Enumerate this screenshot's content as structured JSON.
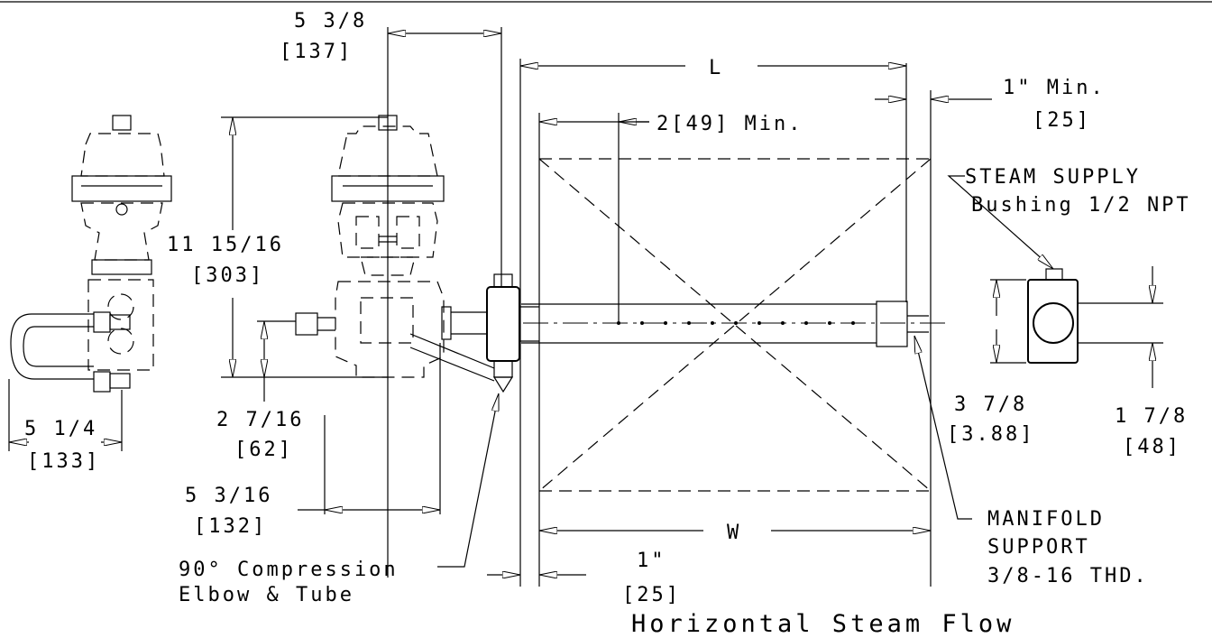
{
  "labels": {
    "dim_5_3_8": "5 3/8",
    "dim_137": "[137]",
    "dim_L": "L",
    "dim_1_min": "1\" Min.",
    "dim_25_top": "[25]",
    "dim_2_49_min": "2[49] Min.",
    "steam_supply": "STEAM SUPPLY",
    "bushing": "Bushing 1/2 NPT",
    "dim_11_15_16": "11 15/16",
    "dim_303": "[303]",
    "dim_2_7_16": "2 7/16",
    "dim_62": "[62]",
    "dim_5_1_4": "5 1/4",
    "dim_133": "[133]",
    "dim_5_3_16": "5 3/16",
    "dim_132": "[132]",
    "compression_1": "90° Compression",
    "compression_2": "Elbow & Tube",
    "dim_1_inch": "1\"",
    "dim_25_bottom": "[25]",
    "dim_W": "W",
    "dim_3_7_8": "3 7/8",
    "dim_3_88": "[3.88]",
    "dim_1_7_8": "1 7/8",
    "dim_48": "[48]",
    "manifold_1": "MANIFOLD",
    "manifold_2": "SUPPORT",
    "manifold_3": "3/8-16 THD.",
    "title": "Horizontal Steam Flow"
  }
}
